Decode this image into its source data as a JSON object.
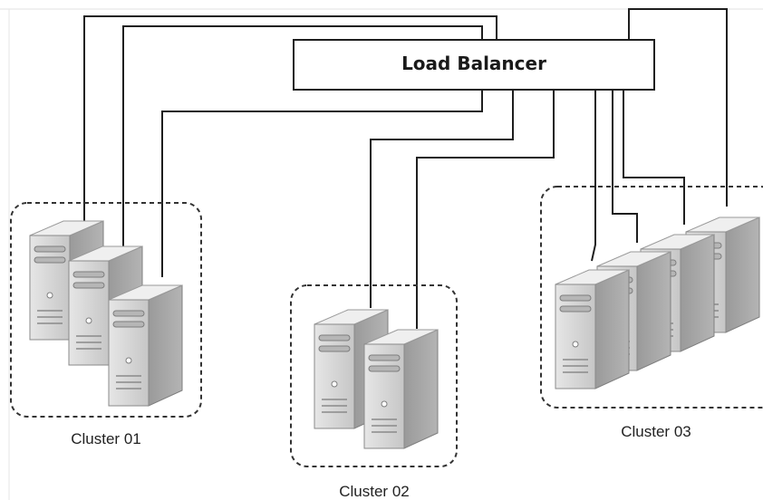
{
  "load_balancer": {
    "label": "Load Balancer"
  },
  "clusters": [
    {
      "label": "Cluster 01",
      "server_count": 3
    },
    {
      "label": "Cluster 02",
      "server_count": 2
    },
    {
      "label": "Cluster 03",
      "server_count": 4
    }
  ],
  "colors": {
    "wire": "#1e1e1e",
    "server_front": "#d6d6d6",
    "server_side": "#a4a4a4",
    "server_top": "#efefef",
    "cluster_border": "#333333"
  }
}
